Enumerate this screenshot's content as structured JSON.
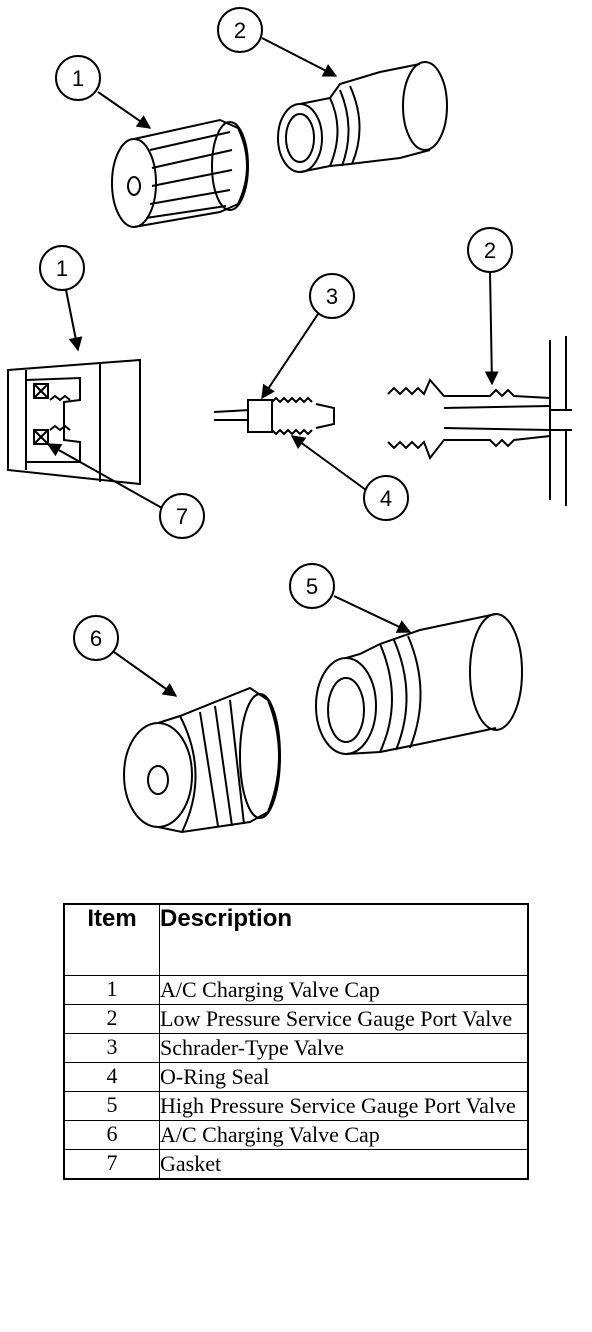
{
  "callouts": {
    "c1_top": "1",
    "c2_top": "2",
    "c1_mid": "1",
    "c3": "3",
    "c2_mid": "2",
    "c4": "4",
    "c7": "7",
    "c5": "5",
    "c6": "6"
  },
  "table": {
    "header_item": "Item",
    "header_description": "Description",
    "rows": [
      {
        "item": "1",
        "description": "A/C Charging Valve Cap"
      },
      {
        "item": "2",
        "description": "Low Pressure Service Gauge Port Valve"
      },
      {
        "item": "3",
        "description": "Schrader-Type Valve"
      },
      {
        "item": "4",
        "description": "O-Ring Seal"
      },
      {
        "item": "5",
        "description": "High Pressure Service Gauge Port Valve"
      },
      {
        "item": "6",
        "description": "A/C Charging Valve Cap"
      },
      {
        "item": "7",
        "description": "Gasket"
      }
    ]
  }
}
